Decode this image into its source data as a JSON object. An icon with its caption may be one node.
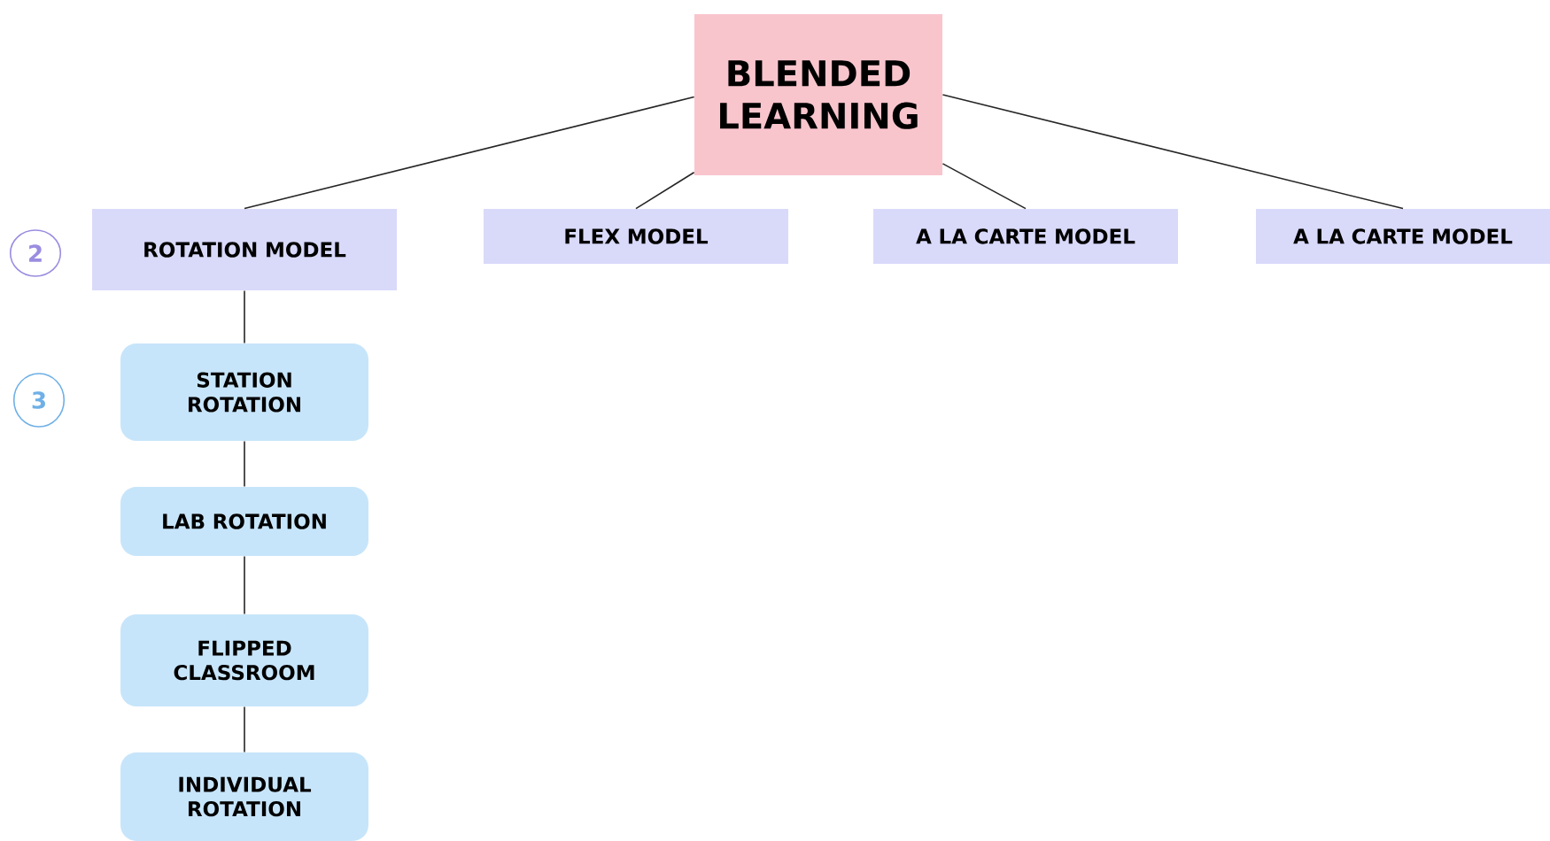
{
  "diagram": {
    "nodes": [
      {
        "text": [
          "BLENDED LEARNING"
        ]
      },
      {
        "text": [
          "2"
        ]
      },
      {
        "text": [
          "ROTATION MODEL"
        ]
      },
      {
        "text": [
          "FLEX MODEL"
        ]
      },
      {
        "text": [
          "A LA CARTE MODEL"
        ]
      },
      {
        "text": [
          "A LA CARTE MODEL"
        ]
      },
      {
        "text": [
          "3"
        ]
      },
      {
        "text": [
          "STATION ROTATION"
        ]
      },
      {
        "text": [
          "LAB ROTATION"
        ]
      },
      {
        "text": [
          "FLIPPED CLASSROOM"
        ]
      },
      {
        "text": [
          "INDIVIDUAL ROTATION"
        ]
      }
    ],
    "edges": [
      {
        "from": 0,
        "to": 2,
        "arrow": "none"
      },
      {
        "from": 0,
        "to": 3,
        "arrow": "none"
      },
      {
        "from": 0,
        "to": 4,
        "arrow": "none"
      },
      {
        "from": 0,
        "to": 5,
        "arrow": "none"
      },
      {
        "from": 2,
        "to": 7,
        "arrow": "none"
      },
      {
        "from": 7,
        "to": 8,
        "arrow": "none"
      },
      {
        "from": 8,
        "to": 9,
        "arrow": "none"
      },
      {
        "from": 9,
        "to": 10,
        "arrow": "none"
      }
    ]
  }
}
